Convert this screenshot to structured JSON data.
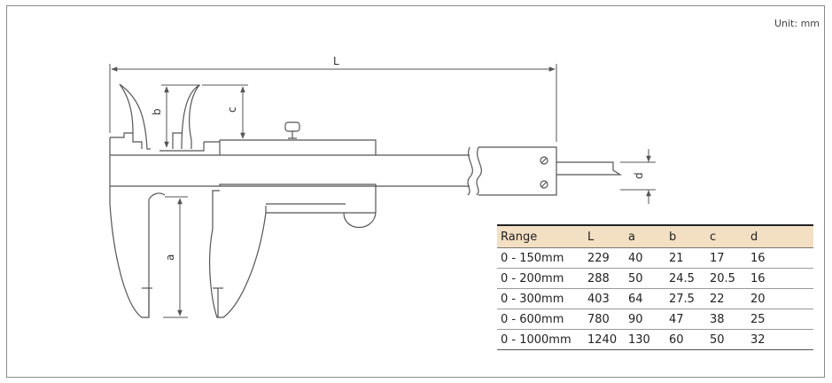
{
  "unit_note": "Unit: mm",
  "dimensions": {
    "L": "L",
    "a": "a",
    "b": "b",
    "c": "c",
    "d": "d"
  },
  "table": {
    "headers": [
      "Range",
      "L",
      "a",
      "b",
      "c",
      "d"
    ],
    "rows": [
      [
        "0 - 150mm",
        "229",
        "40",
        "21",
        "17",
        "16"
      ],
      [
        "0 - 200mm",
        "288",
        "50",
        "24.5",
        "20.5",
        "16"
      ],
      [
        "0 - 300mm",
        "403",
        "64",
        "27.5",
        "22",
        "20"
      ],
      [
        "0 - 600mm",
        "780",
        "90",
        "47",
        "38",
        "25"
      ],
      [
        "0 - 1000mm",
        "1240",
        "130",
        "60",
        "50",
        "32"
      ]
    ]
  },
  "colors": {
    "outline": "#555555",
    "header_fill": "#f3dfc2",
    "frame": "#8a8a8a"
  }
}
